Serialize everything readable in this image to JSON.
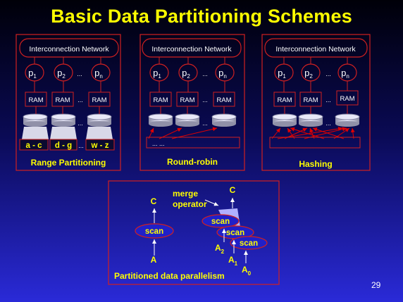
{
  "title": "Basic Data Partitioning Schemes",
  "page_number": "29",
  "network_label": "Interconnection Network",
  "processors": [
    {
      "base": "p",
      "sub": "1"
    },
    {
      "base": "p",
      "sub": "2"
    },
    {
      "base": "p",
      "sub": "n"
    }
  ],
  "ellipsis": "...",
  "ram_label": "RAM",
  "range_labels": [
    "a - c",
    "d - g",
    "w - z"
  ],
  "round_robin_items": "...   ...",
  "captions": {
    "range": "Range Partitioning",
    "round_robin": "Round-robin",
    "hashing": "Hashing"
  },
  "parallelism": {
    "c_left": "C",
    "c_right": "C",
    "merge_line1": "merge",
    "merge_line2": "operator",
    "scan": "scan",
    "a_left": "A",
    "a2_base": "A",
    "a2_sub": "2",
    "a1_base": "A",
    "a1_sub": "1",
    "a0_base": "A",
    "a0_sub": "0",
    "caption": "Partitioned data parallelism"
  },
  "colors": {
    "panel_border": "#d02020",
    "text_yellow": "#ffff00",
    "scan_oval": "#2020c8",
    "merge_shape": "#b0b0ff",
    "disk_fill": "#d0d0e0"
  }
}
